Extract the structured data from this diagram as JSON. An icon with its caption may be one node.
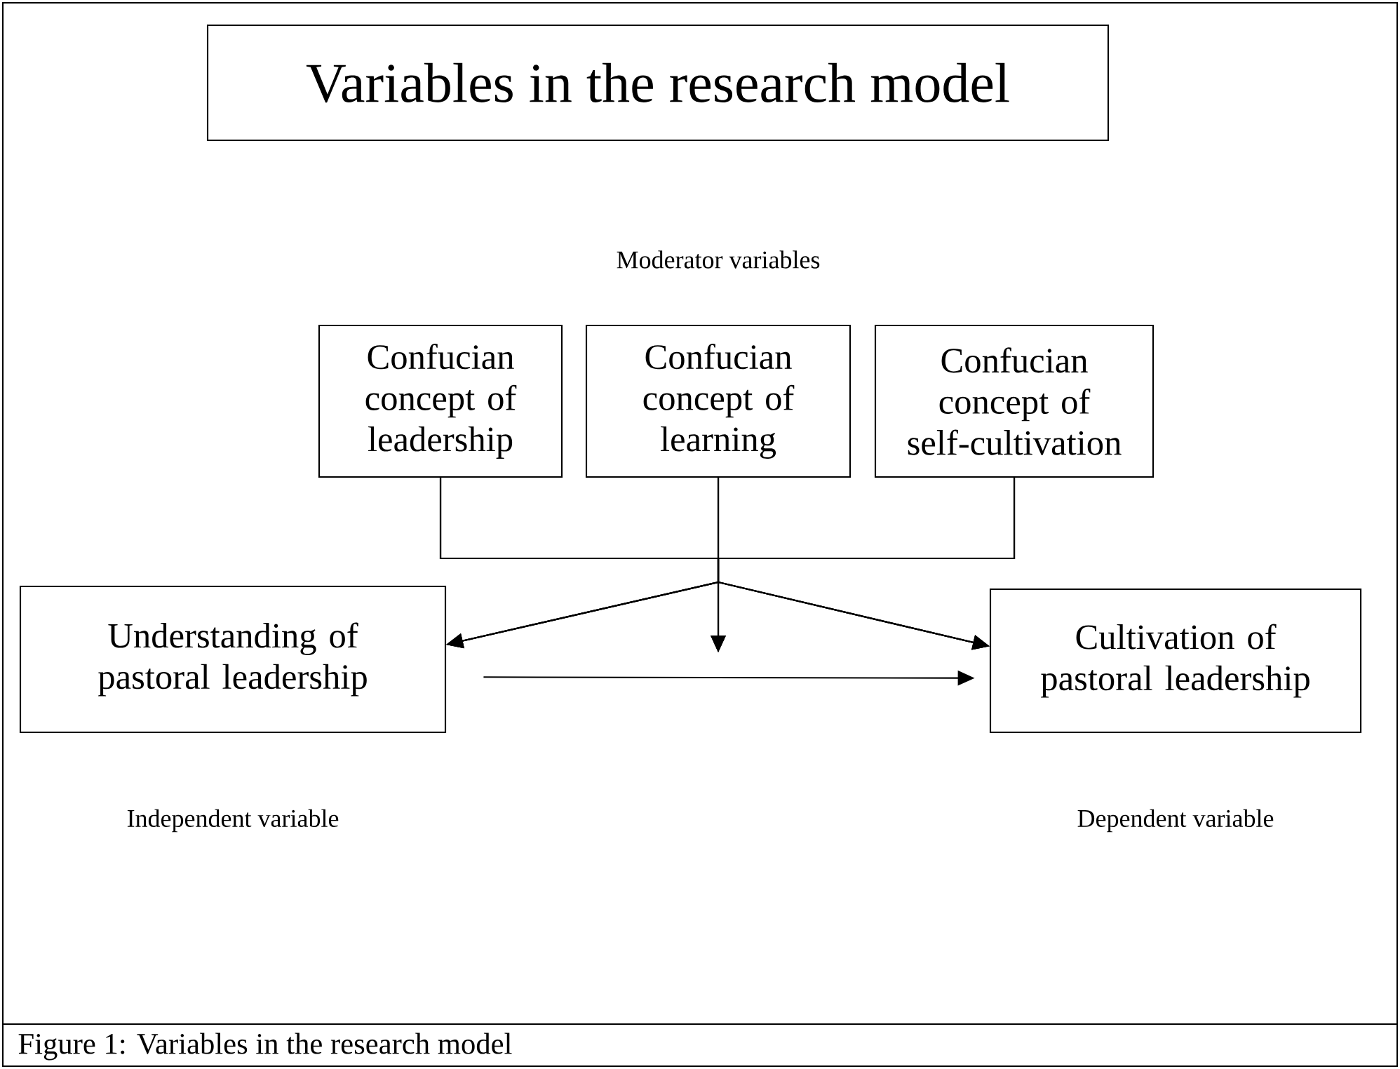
{
  "diagram": {
    "title": "Variables in the research model",
    "caption": "Figure 1: Variables in the research model",
    "nodes": [
      {
        "text": [
          "Confucian concept of leadership"
        ]
      },
      {
        "text": [
          "Confucian concept of learning"
        ]
      },
      {
        "text": [
          "Confucian concept of self-cultivation"
        ]
      },
      {
        "text": [
          "Understanding of pastoral leadership"
        ]
      },
      {
        "text": [
          "Cultivation of pastoral leadership"
        ]
      }
    ],
    "edges": [
      {
        "from": 0,
        "to": 3,
        "arrow": "to"
      },
      {
        "from": 1,
        "to": 3,
        "arrow": "to"
      },
      {
        "from": 2,
        "to": 3,
        "arrow": "to"
      },
      {
        "from": 0,
        "to": null,
        "arrow": "to"
      },
      {
        "from": 1,
        "to": null,
        "arrow": "to"
      },
      {
        "from": 2,
        "to": null,
        "arrow": "to"
      },
      {
        "from": 0,
        "to": 4,
        "arrow": "to"
      },
      {
        "from": 1,
        "to": 4,
        "arrow": "to"
      },
      {
        "from": 2,
        "to": 4,
        "arrow": "to"
      },
      {
        "from": 3,
        "to": 4,
        "arrow": "to"
      }
    ],
    "labels": [
      "Moderator variables",
      "Independent variable",
      "Dependent variable"
    ]
  }
}
